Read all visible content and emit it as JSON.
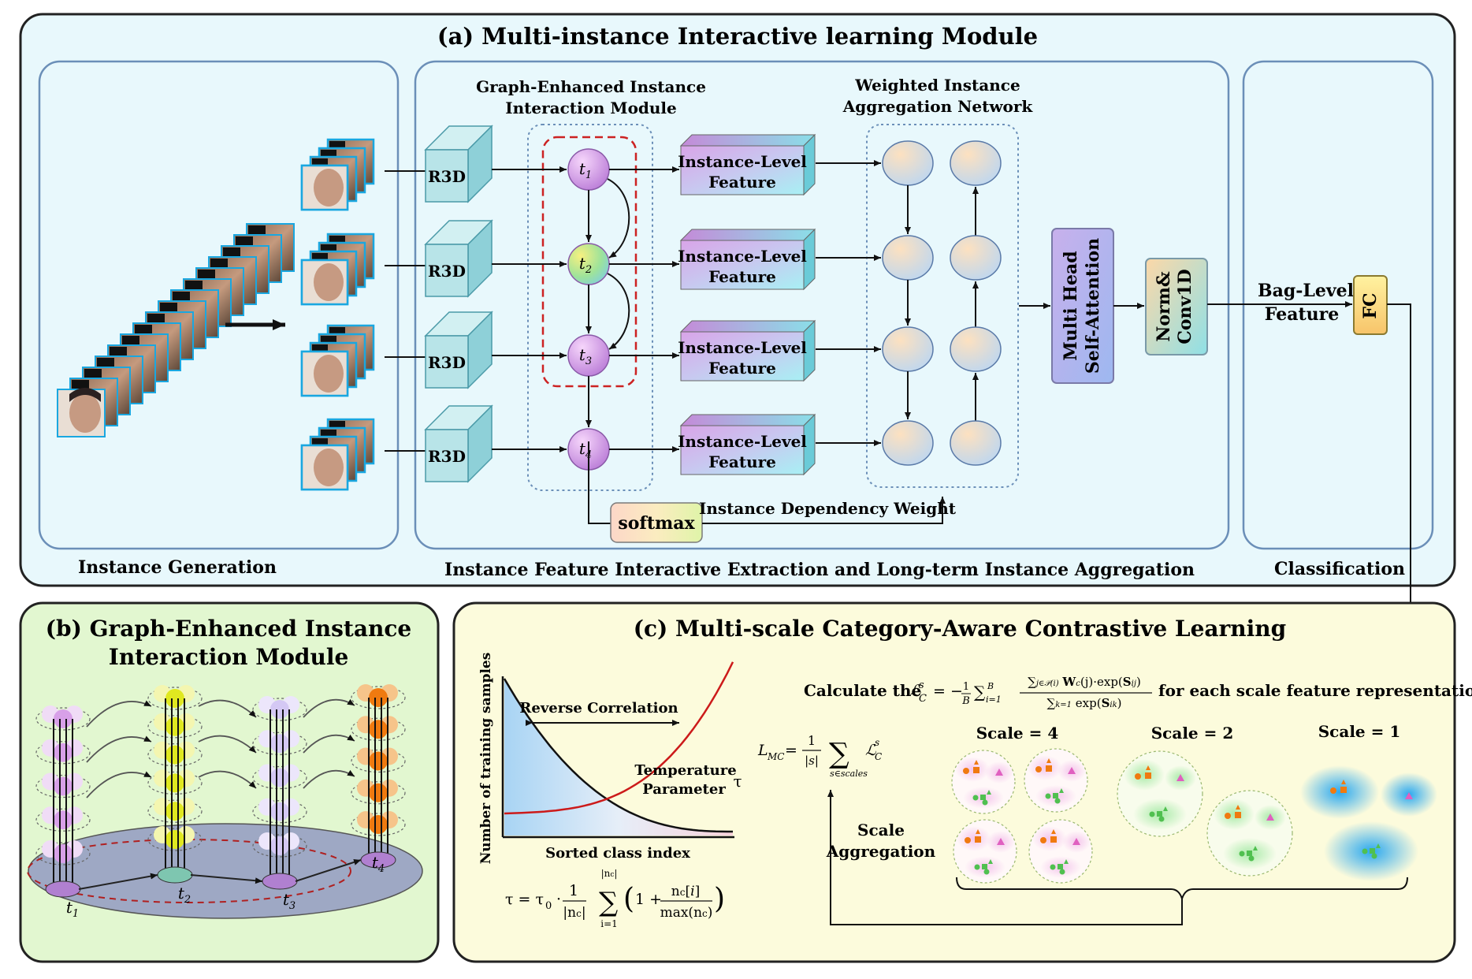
{
  "panel_a": {
    "title": "(a) Multi-instance Interactive learning Module",
    "section_instance_generation": "Instance Generation",
    "section_feature_extraction": "Instance Feature Interactive Extraction and Long-term Instance Aggregation",
    "section_classification": "Classification",
    "graph_module_title_line1": "Graph-Enhanced Instance",
    "graph_module_title_line2": "Interaction Module",
    "aggregation_title_line1": "Weighted Instance",
    "aggregation_title_line2": "Aggregation Network",
    "r3d_label": "R3D",
    "instance_feature_line1": "Instance-Level",
    "instance_feature_line2": "Feature",
    "nodes": [
      "t",
      "t",
      "t",
      "t"
    ],
    "node_subscripts": [
      "1",
      "2",
      "3",
      "4"
    ],
    "softmax": "softmax",
    "dependency_weight": "Instance Dependency Weight",
    "mhsa_line1": "Multi Head",
    "mhsa_line2": "Self-Attention",
    "norm_line1": "Norm&",
    "norm_line2": "Conv1D",
    "bag_line1": "Bag-Level",
    "bag_line2": "Feature",
    "fc": "FC"
  },
  "panel_b": {
    "title_line1": "(b) Graph-Enhanced Instance",
    "title_line2": "Interaction Module",
    "nodes": [
      "t",
      "t",
      "t",
      "t"
    ],
    "node_subscripts": [
      "1",
      "2",
      "3",
      "4"
    ]
  },
  "panel_c": {
    "title": "(c) Multi-scale Category-Aware Contrastive Learning",
    "ylabel": "Number of training samples",
    "xlabel": "Sorted class index",
    "reverse_correlation": "Reverse Correlation",
    "temperature_line1": "Temperature",
    "temperature_line2": "Parameter",
    "tau_symbol": "τ",
    "tau_formula_lhs": "τ = τ",
    "calc_prefix": "Calculate the",
    "calc_suffix": "for each scale feature representation",
    "lmc_lhs": "L",
    "lmc_sub": "MC",
    "scale4": "Scale = 4",
    "scale2": "Scale = 2",
    "scale1": "Scale = 1",
    "scale_agg_line1": "Scale",
    "scale_agg_line2": "Aggregation"
  },
  "colors": {
    "panel_a_bg": "#e8f8fc",
    "panel_b_bg": "#e2f7d0",
    "panel_c_bg": "#fcfbdc",
    "r3d_fill": "#b8e4e8",
    "accent_red": "#cc2222"
  }
}
